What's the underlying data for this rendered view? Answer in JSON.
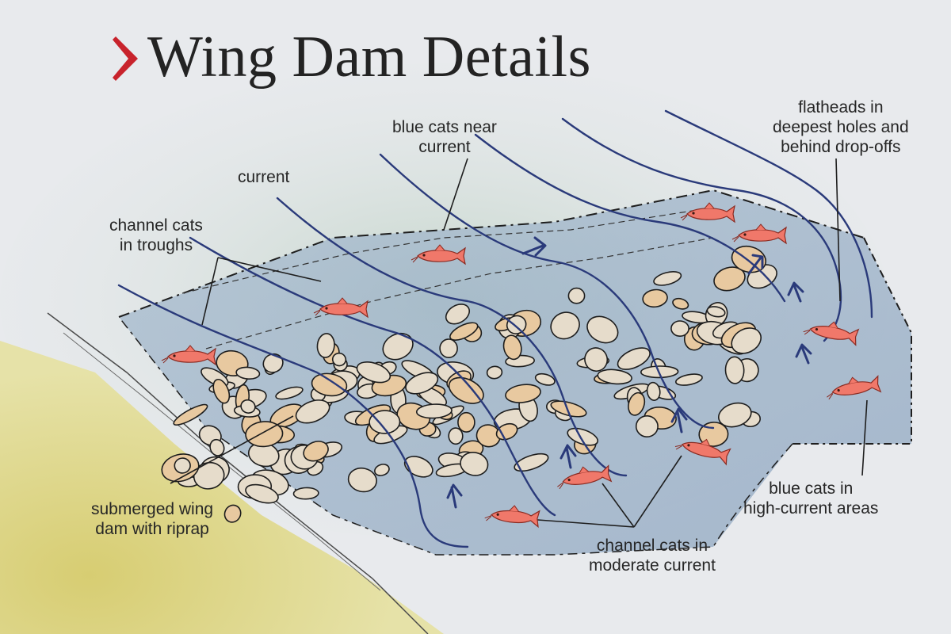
{
  "title": "Wing Dam Details",
  "labels": {
    "current": "current",
    "blue_cats_near_current": "blue cats near\ncurrent",
    "flatheads": "flatheads in\ndeepest holes and\nbehind drop-offs",
    "channel_cats_troughs": "channel cats\nin troughs",
    "submerged_dam": "submerged wing\ndam with riprap",
    "channel_cats_moderate": "channel cats in\nmoderate current",
    "blue_cats_high_current": "blue cats in\nhigh-current areas"
  },
  "colors": {
    "title_chevron": "#c8232c",
    "water": "#9fb3c9",
    "riverbank": "#d8cf7a",
    "current_lines": "#2a3a7a",
    "fish": "#f0786a",
    "rock_fill": "#e6dccb"
  }
}
